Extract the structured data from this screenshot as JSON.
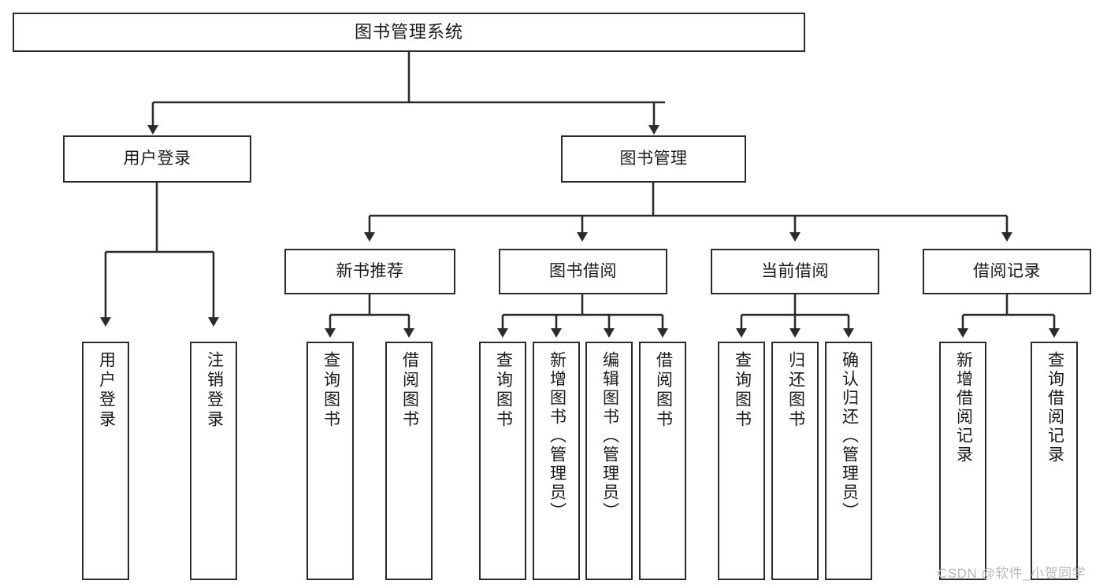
{
  "diagram": {
    "type": "tree",
    "title": "图书管理系统",
    "watermark": "CSDN @软件_小贺同学",
    "colors": {
      "background": "#ffffff",
      "box_border": "#2b2b2b",
      "box_fill": "#ffffff",
      "connector": "#2b2b2b",
      "watermark": "#b9b9b9"
    },
    "levels": {
      "root": "图书管理系统",
      "level1": [
        "用户登录",
        "图书管理"
      ],
      "level2": [
        "新书推荐",
        "图书借阅",
        "当前借阅",
        "借阅记录"
      ]
    },
    "nodes": {
      "root": {
        "label": "图书管理系统"
      },
      "user_login": {
        "label": "用户登录"
      },
      "book_manage": {
        "label": "图书管理"
      },
      "new_book_rec": {
        "label": "新书推荐"
      },
      "book_borrow": {
        "label": "图书借阅"
      },
      "current_borrow": {
        "label": "当前借阅"
      },
      "borrow_record": {
        "label": "借阅记录"
      },
      "leaf_user_login": {
        "label": "用户登录"
      },
      "leaf_logout": {
        "label": "注销登录"
      },
      "leaf_query_book_1": {
        "label": "查询图书"
      },
      "leaf_borrow_book_1": {
        "label": "借阅图书"
      },
      "leaf_query_book_2": {
        "label": "查询图书"
      },
      "leaf_add_book": {
        "label": "新增图书（管理员）"
      },
      "leaf_edit_book": {
        "label": "编辑图书（管理员）"
      },
      "leaf_borrow_book_2": {
        "label": "借阅图书"
      },
      "leaf_query_book_3": {
        "label": "查询图书"
      },
      "leaf_return_book": {
        "label": "归还图书"
      },
      "leaf_confirm_return": {
        "label": "确认归还（管理员）"
      },
      "leaf_add_record": {
        "label": "新增借阅记录"
      },
      "leaf_query_record": {
        "label": "查询借阅记录"
      }
    },
    "edges": [
      {
        "from": "root",
        "to": "user_login"
      },
      {
        "from": "root",
        "to": "book_manage"
      },
      {
        "from": "user_login",
        "to": "leaf_user_login"
      },
      {
        "from": "user_login",
        "to": "leaf_logout"
      },
      {
        "from": "book_manage",
        "to": "new_book_rec"
      },
      {
        "from": "book_manage",
        "to": "book_borrow"
      },
      {
        "from": "book_manage",
        "to": "current_borrow"
      },
      {
        "from": "book_manage",
        "to": "borrow_record"
      },
      {
        "from": "new_book_rec",
        "to": "leaf_query_book_1"
      },
      {
        "from": "new_book_rec",
        "to": "leaf_borrow_book_1"
      },
      {
        "from": "book_borrow",
        "to": "leaf_query_book_2"
      },
      {
        "from": "book_borrow",
        "to": "leaf_add_book"
      },
      {
        "from": "book_borrow",
        "to": "leaf_edit_book"
      },
      {
        "from": "book_borrow",
        "to": "leaf_borrow_book_2"
      },
      {
        "from": "current_borrow",
        "to": "leaf_query_book_3"
      },
      {
        "from": "current_borrow",
        "to": "leaf_return_book"
      },
      {
        "from": "current_borrow",
        "to": "leaf_confirm_return"
      },
      {
        "from": "borrow_record",
        "to": "leaf_add_record"
      },
      {
        "from": "borrow_record",
        "to": "leaf_query_record"
      }
    ]
  }
}
